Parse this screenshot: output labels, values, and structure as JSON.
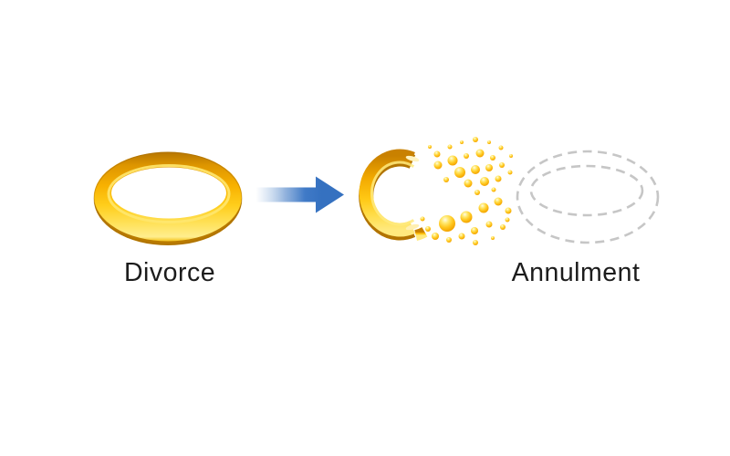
{
  "page": {
    "background": "#FFFFFF"
  },
  "diagram": {
    "divorce": {
      "label": "Divorce",
      "icon": "gold-ring-icon"
    },
    "arrow": {
      "icon": "right-arrow-icon",
      "direction": "right"
    },
    "annulment": {
      "label": "Annulment",
      "icon": "dissolving-ring-icon",
      "ghost_icon": "dashed-ring-outline-icon",
      "particles": [
        [
          471,
          161,
          2
        ],
        [
          479,
          169,
          3.5
        ],
        [
          493,
          161,
          2.5
        ],
        [
          506,
          156,
          2
        ],
        [
          521,
          153,
          3
        ],
        [
          536,
          156,
          2
        ],
        [
          549,
          162,
          2.5
        ],
        [
          560,
          171,
          2
        ],
        [
          480,
          181,
          4.5
        ],
        [
          496,
          176,
          5.5
        ],
        [
          511,
          171,
          3
        ],
        [
          526,
          168,
          4.5
        ],
        [
          540,
          173,
          3
        ],
        [
          504,
          189,
          6
        ],
        [
          521,
          186,
          5
        ],
        [
          536,
          184,
          4
        ],
        [
          550,
          181,
          3
        ],
        [
          559,
          189,
          2.5
        ],
        [
          489,
          197,
          3
        ],
        [
          513,
          201,
          4.5
        ],
        [
          531,
          199,
          5
        ],
        [
          546,
          196,
          3.5
        ],
        [
          523,
          211,
          3
        ],
        [
          541,
          208,
          2.5
        ],
        [
          463,
          240,
          2.5
        ],
        [
          469,
          251,
          3
        ],
        [
          490,
          245,
          9
        ],
        [
          511,
          238,
          6.5
        ],
        [
          530,
          228,
          5.5
        ],
        [
          546,
          221,
          4.5
        ],
        [
          557,
          231,
          3.5
        ],
        [
          477,
          259,
          4
        ],
        [
          492,
          263,
          3
        ],
        [
          506,
          259,
          3.5
        ],
        [
          520,
          253,
          4
        ],
        [
          536,
          246,
          3.5
        ],
        [
          551,
          249,
          3
        ],
        [
          521,
          266,
          3
        ],
        [
          540,
          261,
          2
        ],
        [
          556,
          241,
          2.5
        ]
      ]
    }
  },
  "colors": {
    "gold": "#FFC613",
    "gold_dark": "#B87A00",
    "gold_highlight": "#FFEC86",
    "arrow_blue": "#3B76C4",
    "dashed_gray": "#C6C6C6",
    "label_text": "#1C1C1C",
    "background": "#FFFFFF"
  }
}
